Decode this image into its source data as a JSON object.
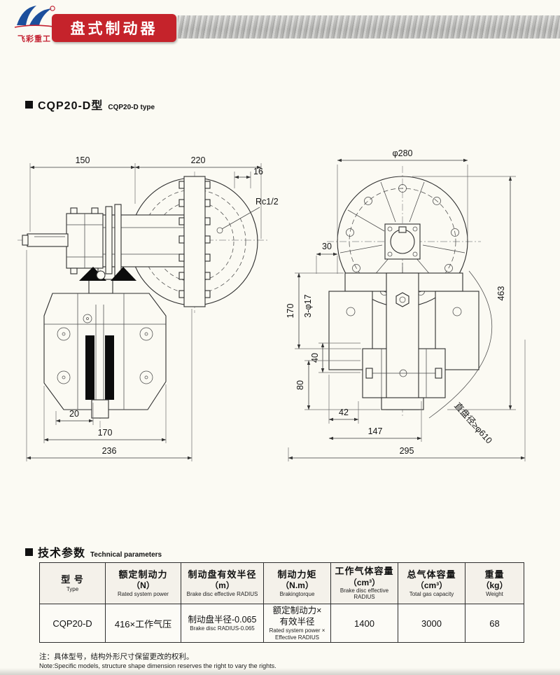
{
  "header": {
    "logo_text": "飞彩重工",
    "banner_title": "盘式制动器"
  },
  "sections": {
    "model": {
      "cn": "CQP20-D型",
      "en": "CQP20-D type"
    },
    "params": {
      "cn": "技术参数",
      "en": "Technical parameters"
    }
  },
  "drawing": {
    "dims": {
      "d150": "150",
      "d220": "220",
      "d16": "16",
      "rc": "Rc1/2",
      "d20": "20",
      "d170_left": "170",
      "d236": "236",
      "phi280": "φ280",
      "d30": "30",
      "d170_right": "170",
      "holes": "3-φ17",
      "d40": "40",
      "d80": "80",
      "d42": "42",
      "d147": "147",
      "d295": "295",
      "d463": "463",
      "disc_dia": "直盘径≥φ610"
    }
  },
  "table": {
    "headers": {
      "type_cn": "型  号",
      "type_en": "Type",
      "force_cn": "额定制动力",
      "force_sub": "（N）",
      "force_en": "Rated system power",
      "radius_cn": "制动盘有效半径",
      "radius_sub": "（m）",
      "radius_en": "Brake disc effective RADIUS",
      "torque_cn": "制动力矩",
      "torque_sub": "（N.m）",
      "torque_en": "Brakingtorque",
      "workgas_cn": "工作气体容量",
      "workgas_sub": "（cm³）",
      "workgas_en": "Brake disc effective RADIUS",
      "totalgas_cn": "总气体容量",
      "totalgas_sub": "（cm³）",
      "totalgas_en": "Total gas capacity",
      "weight_cn": "重量",
      "weight_sub": "（kg）",
      "weight_en": "Weight"
    },
    "row": {
      "type": "CQP20-D",
      "force": "416×工作气压",
      "radius_cn": "制动盘半径-0.065",
      "radius_en": "Brake disc RADIUS-0.065",
      "torque_cn1": "额定制动力×",
      "torque_cn2": "有效半径",
      "torque_en1": "Rated system power ×",
      "torque_en2": "Effective RADIUS",
      "work_gas": "1400",
      "total_gas": "3000",
      "weight": "68"
    }
  },
  "note": {
    "cn": "注：具体型号，结构外形尺寸保留更改的权利。",
    "en": "Note:Specific models, structure shape dimension reserves the right to vary the rights."
  }
}
